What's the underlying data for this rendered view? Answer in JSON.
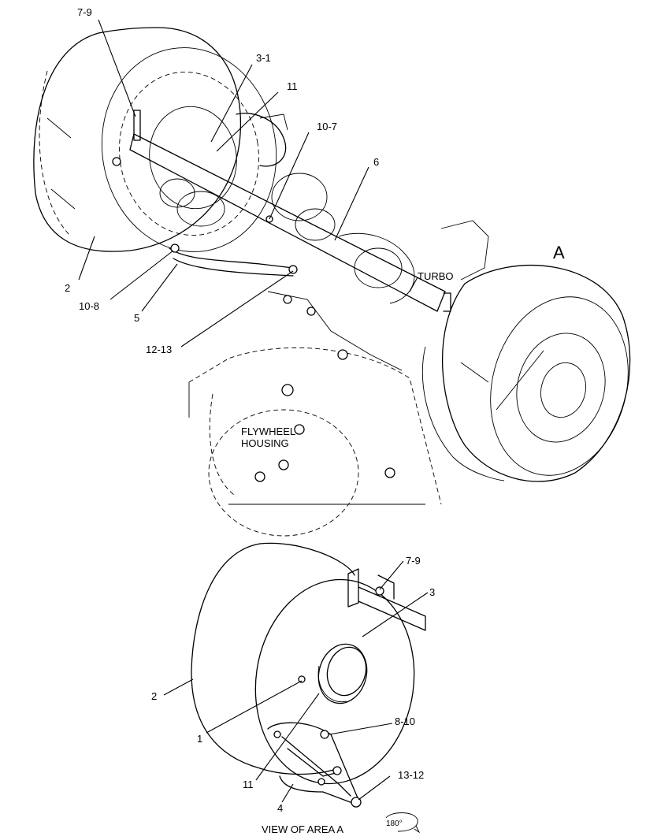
{
  "upper_view": {
    "callouts": [
      "7-9",
      "3-1",
      "11",
      "10-7",
      "6",
      "2",
      "10-8",
      "5",
      "12-13"
    ],
    "area_marker": "A",
    "turbo_label": "TURBO",
    "housing_label_line1": "FLYWHEEL",
    "housing_label_line2": "HOUSING"
  },
  "lower_view": {
    "callouts": [
      "7-9",
      "3",
      "2",
      "8-10",
      "1",
      "11",
      "13-12",
      "4"
    ],
    "caption": "VIEW OF AREA A",
    "rotation": "180°"
  }
}
